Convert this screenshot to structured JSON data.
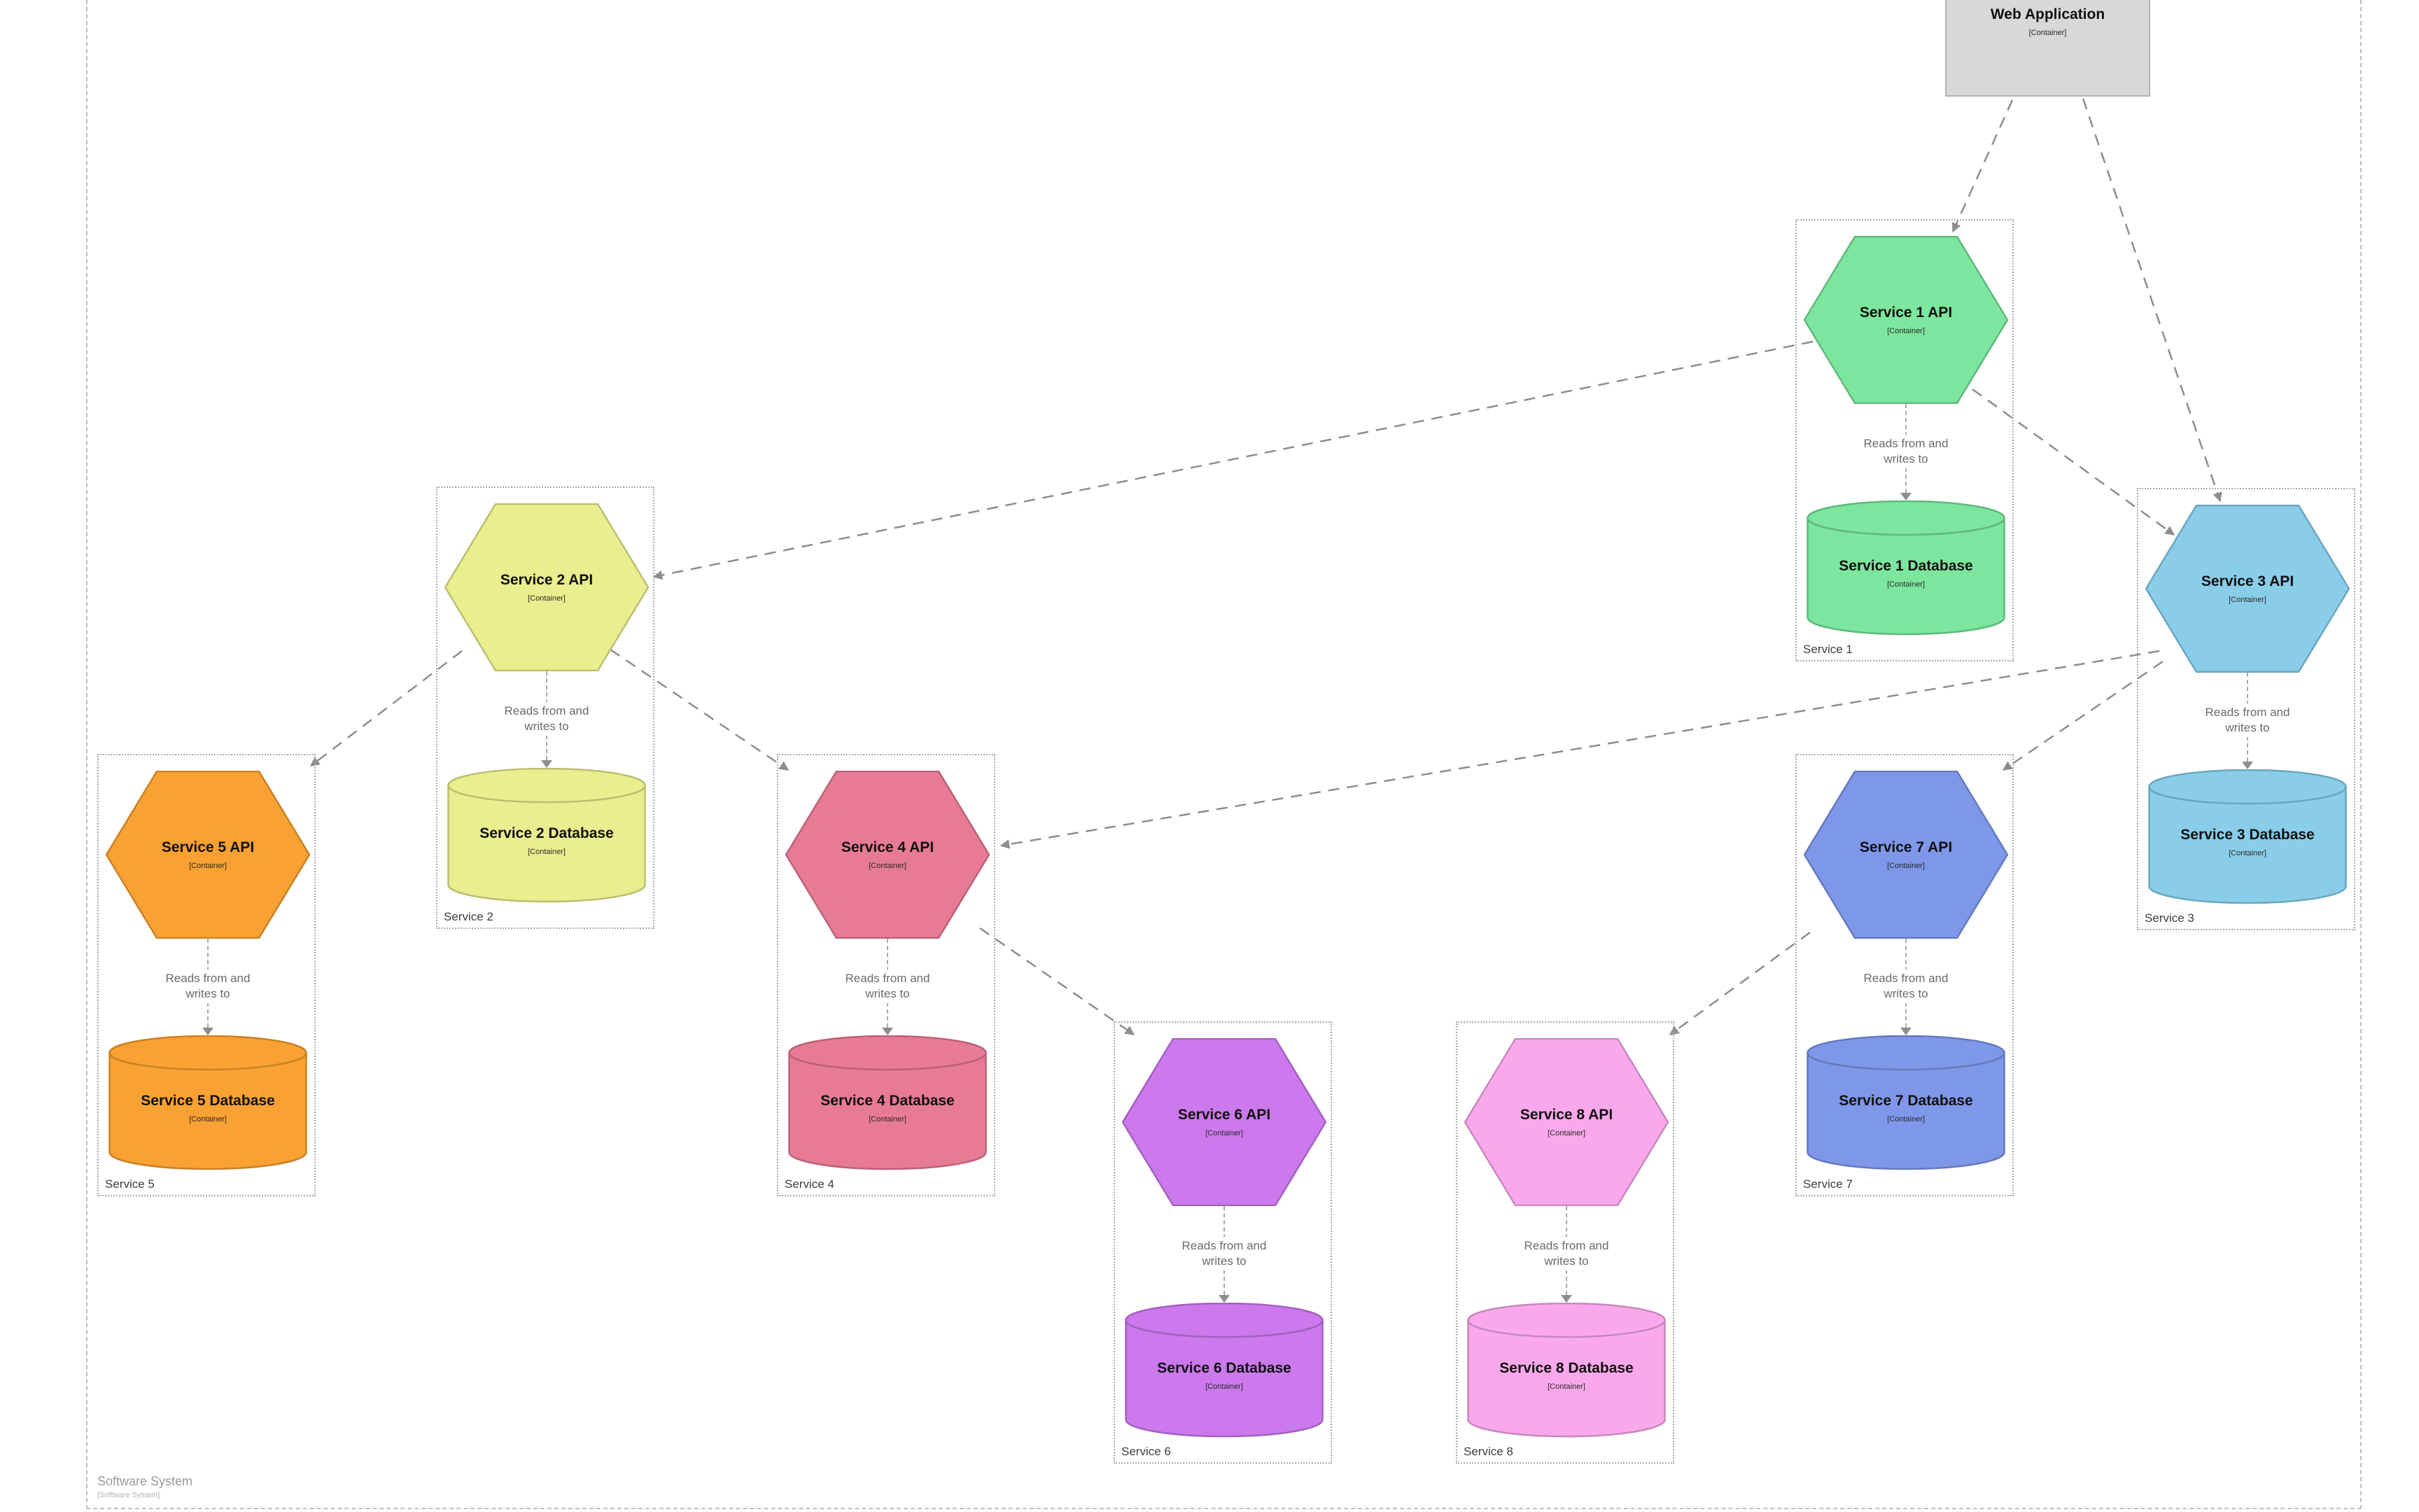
{
  "system_boundary": {
    "label": "Software System",
    "sublabel": "[Software System]"
  },
  "container_tag": "[Container]",
  "web_application": {
    "title": "Web Application",
    "fill": "#d8d8d8",
    "stroke": "#b3b3b3"
  },
  "db_rel_label_line1": "Reads from and",
  "db_rel_label_line2": "writes to",
  "services": [
    {
      "id": "s1",
      "name": "Service 1",
      "api_title": "Service 1 API",
      "db_title": "Service 1 Database",
      "fill": "#7ce69e",
      "stroke": "#5fb87c"
    },
    {
      "id": "s2",
      "name": "Service 2",
      "api_title": "Service 2 API",
      "db_title": "Service 2 Database",
      "fill": "#e9ee8e",
      "stroke": "#babf70"
    },
    {
      "id": "s3",
      "name": "Service 3",
      "api_title": "Service 3 API",
      "db_title": "Service 3 Database",
      "fill": "#89cde9",
      "stroke": "#6ba6bf"
    },
    {
      "id": "s4",
      "name": "Service 4",
      "api_title": "Service 4 API",
      "db_title": "Service 4 Database",
      "fill": "#e77b95",
      "stroke": "#bb6178"
    },
    {
      "id": "s5",
      "name": "Service 5",
      "api_title": "Service 5 API",
      "db_title": "Service 5 Database",
      "fill": "#f9a132",
      "stroke": "#c98127"
    },
    {
      "id": "s6",
      "name": "Service 6",
      "api_title": "Service 6 API",
      "db_title": "Service 6 Database",
      "fill": "#cb79ec",
      "stroke": "#a361bf"
    },
    {
      "id": "s7",
      "name": "Service 7",
      "api_title": "Service 7 API",
      "db_title": "Service 7 Database",
      "fill": "#7e97e9",
      "stroke": "#657abc"
    },
    {
      "id": "s8",
      "name": "Service 8",
      "api_title": "Service 8 API",
      "db_title": "Service 8 Database",
      "fill": "#f9a9eb",
      "stroke": "#c887bd"
    }
  ],
  "relationships": [
    {
      "from": "Web Application",
      "to": "Service 1 API"
    },
    {
      "from": "Web Application",
      "to": "Service 3 API"
    },
    {
      "from": "Service 1 API",
      "to": "Service 2 API"
    },
    {
      "from": "Service 1 API",
      "to": "Service 3 API"
    },
    {
      "from": "Service 2 API",
      "to": "Service 5 API"
    },
    {
      "from": "Service 2 API",
      "to": "Service 4 API"
    },
    {
      "from": "Service 3 API",
      "to": "Service 4 API"
    },
    {
      "from": "Service 3 API",
      "to": "Service 7 API"
    },
    {
      "from": "Service 4 API",
      "to": "Service 6 API"
    },
    {
      "from": "Service 7 API",
      "to": "Service 8 API"
    }
  ],
  "db_relationships": [
    {
      "from": "Service 1 API",
      "to": "Service 1 Database",
      "label": "Reads from and writes to"
    },
    {
      "from": "Service 2 API",
      "to": "Service 2 Database",
      "label": "Reads from and writes to"
    },
    {
      "from": "Service 3 API",
      "to": "Service 3 Database",
      "label": "Reads from and writes to"
    },
    {
      "from": "Service 4 API",
      "to": "Service 4 Database",
      "label": "Reads from and writes to"
    },
    {
      "from": "Service 5 API",
      "to": "Service 5 Database",
      "label": "Reads from and writes to"
    },
    {
      "from": "Service 6 API",
      "to": "Service 6 Database",
      "label": "Reads from and writes to"
    },
    {
      "from": "Service 7 API",
      "to": "Service 7 Database",
      "label": "Reads from and writes to"
    },
    {
      "from": "Service 8 API",
      "to": "Service 8 Database",
      "label": "Reads from and writes to"
    }
  ]
}
